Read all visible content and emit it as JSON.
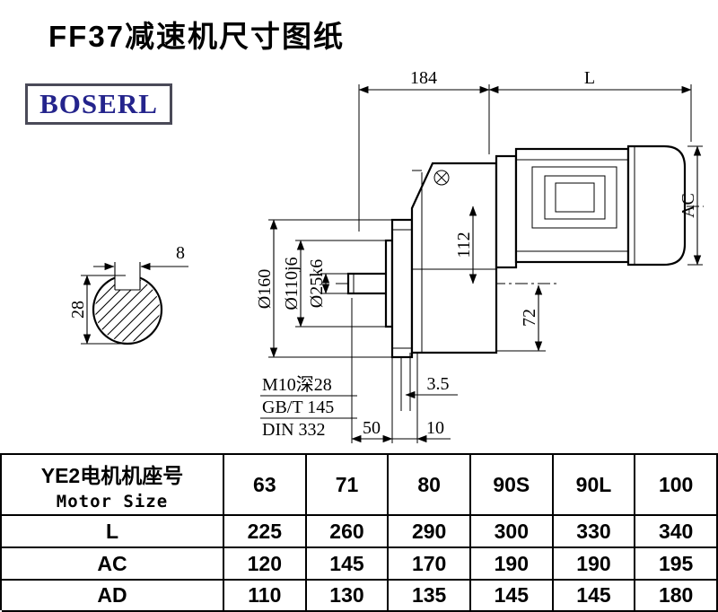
{
  "page": {
    "title": "FF37减速机尺寸图纸",
    "brand": "BOSERL"
  },
  "drawing": {
    "dim_184": "184",
    "dim_L": "L",
    "dim_AC": "AC",
    "dim_d160": "Ø160",
    "dim_d110": "Ø110j6",
    "dim_d25": "Ø25k6",
    "dim_112": "112",
    "dim_72": "72",
    "dim_3_5": "3.5",
    "dim_50": "50",
    "dim_10": "10",
    "dim_8": "8",
    "dim_28": "28",
    "note_tap": "M10深28",
    "note_gb": "GB/T 145",
    "note_din": "DIN 332"
  },
  "table": {
    "header_cn": "YE2电机机座号",
    "header_en": "Motor Size",
    "columns": [
      "63",
      "71",
      "80",
      "90S",
      "90L",
      "100"
    ],
    "rows": [
      {
        "label": "L",
        "values": [
          "225",
          "260",
          "290",
          "300",
          "330",
          "340"
        ]
      },
      {
        "label": "AC",
        "values": [
          "120",
          "145",
          "170",
          "190",
          "190",
          "195"
        ]
      },
      {
        "label": "AD",
        "values": [
          "110",
          "130",
          "135",
          "145",
          "145",
          "180"
        ]
      }
    ]
  }
}
